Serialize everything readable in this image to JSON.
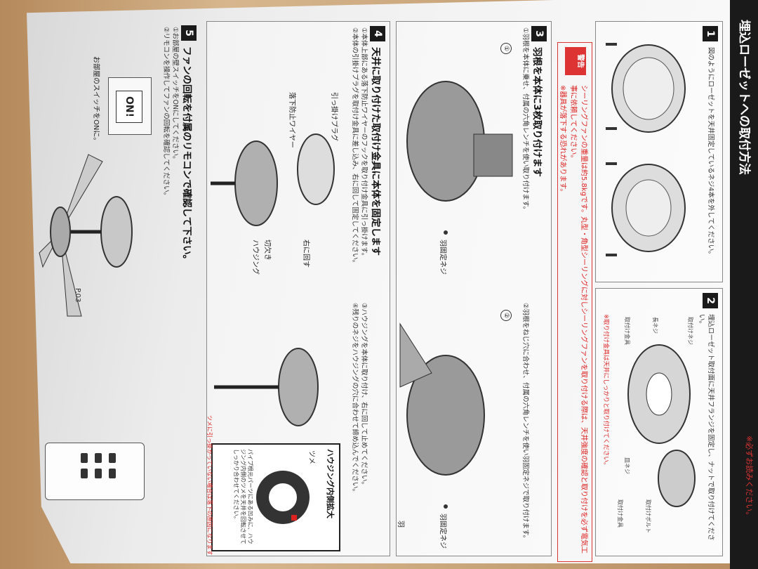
{
  "title": "埋込ローゼットへの取付方法",
  "title_sub": "※必ずお読みください。",
  "step1": {
    "number": "1",
    "text": "図のようにローゼットを天井固定しているネジ4本を外してください。"
  },
  "step2": {
    "number": "2",
    "text": "埋込ローゼット取付面に天井フランジを固定し、ナットで取り付けてください。",
    "note": "※取り付け金具は天井にしっかりと取り付けてください。",
    "labels": [
      "取付けネジ",
      "長ネジ",
      "取付け金具",
      "皿ネジ",
      "取付けボルト",
      "取付け金具"
    ]
  },
  "warning": {
    "tag": "警告",
    "line1": "シーリングファンの重量は約5.8kgです。丸型・角型シーリングに対しシーリングファンを取り付ける際は、天井強度の確認と取り付けを必ず電気工事に依頼してください。",
    "line2": "※器具が落下する恐れがあります。"
  },
  "step3": {
    "number": "3",
    "heading": "羽根を本体に3枚取り付けます",
    "text": "①羽根を本体に乗せ、付属の六角レンチを使い取り付けます。",
    "text2": "②羽根をねじ穴に合わせ、付属の六角レンチを使い羽固定ネジで取り付けます。",
    "sub1": "①",
    "sub2": "②",
    "label_screw": "羽固定ネジ",
    "label_screw2": "羽固定ネジ",
    "label_blade": "羽"
  },
  "step4": {
    "number": "4",
    "heading": "天井に取り付けた取付け金具に本体を固定します",
    "text1": "①本体上部にある落下防止ワイヤーのフックを取り付け金具に引っ掛けます。",
    "text2": "②本体の引掛けプラグを取付け金具に差し込み、右に回して固定してください。",
    "text3": "③ハウジングを本体に取り付け、右に回して止めてください。",
    "text4": "④残りのネジをハウジングの穴に合わせて締め込んでください。",
    "labels": [
      "引っ掛けプラグ",
      "落下防止ワイヤー",
      "右に回す",
      "切欠き",
      "ハウジング"
    ],
    "inset_title": "ハウジング内側拡大",
    "inset_label": "ツメ",
    "inset_text": "パイプ根元パーツにある凹みに、ハウジング内側のツメを天井を回転させてしっかり合わせてください。",
    "inset_note": "ツメに引っ掛かっていない場合は落下の原因になります"
  },
  "step5": {
    "number": "5",
    "heading": "ファンの回転を付属のリモコンで確認して下さい。",
    "text1": "①お部屋の壁スイッチをONにしてください。",
    "text2": "②リモコンを操作してファンの回転を確認してください。",
    "switch_label": "ON!",
    "caption": "お部屋のスイッチをONに。"
  },
  "page_no": "P.03"
}
